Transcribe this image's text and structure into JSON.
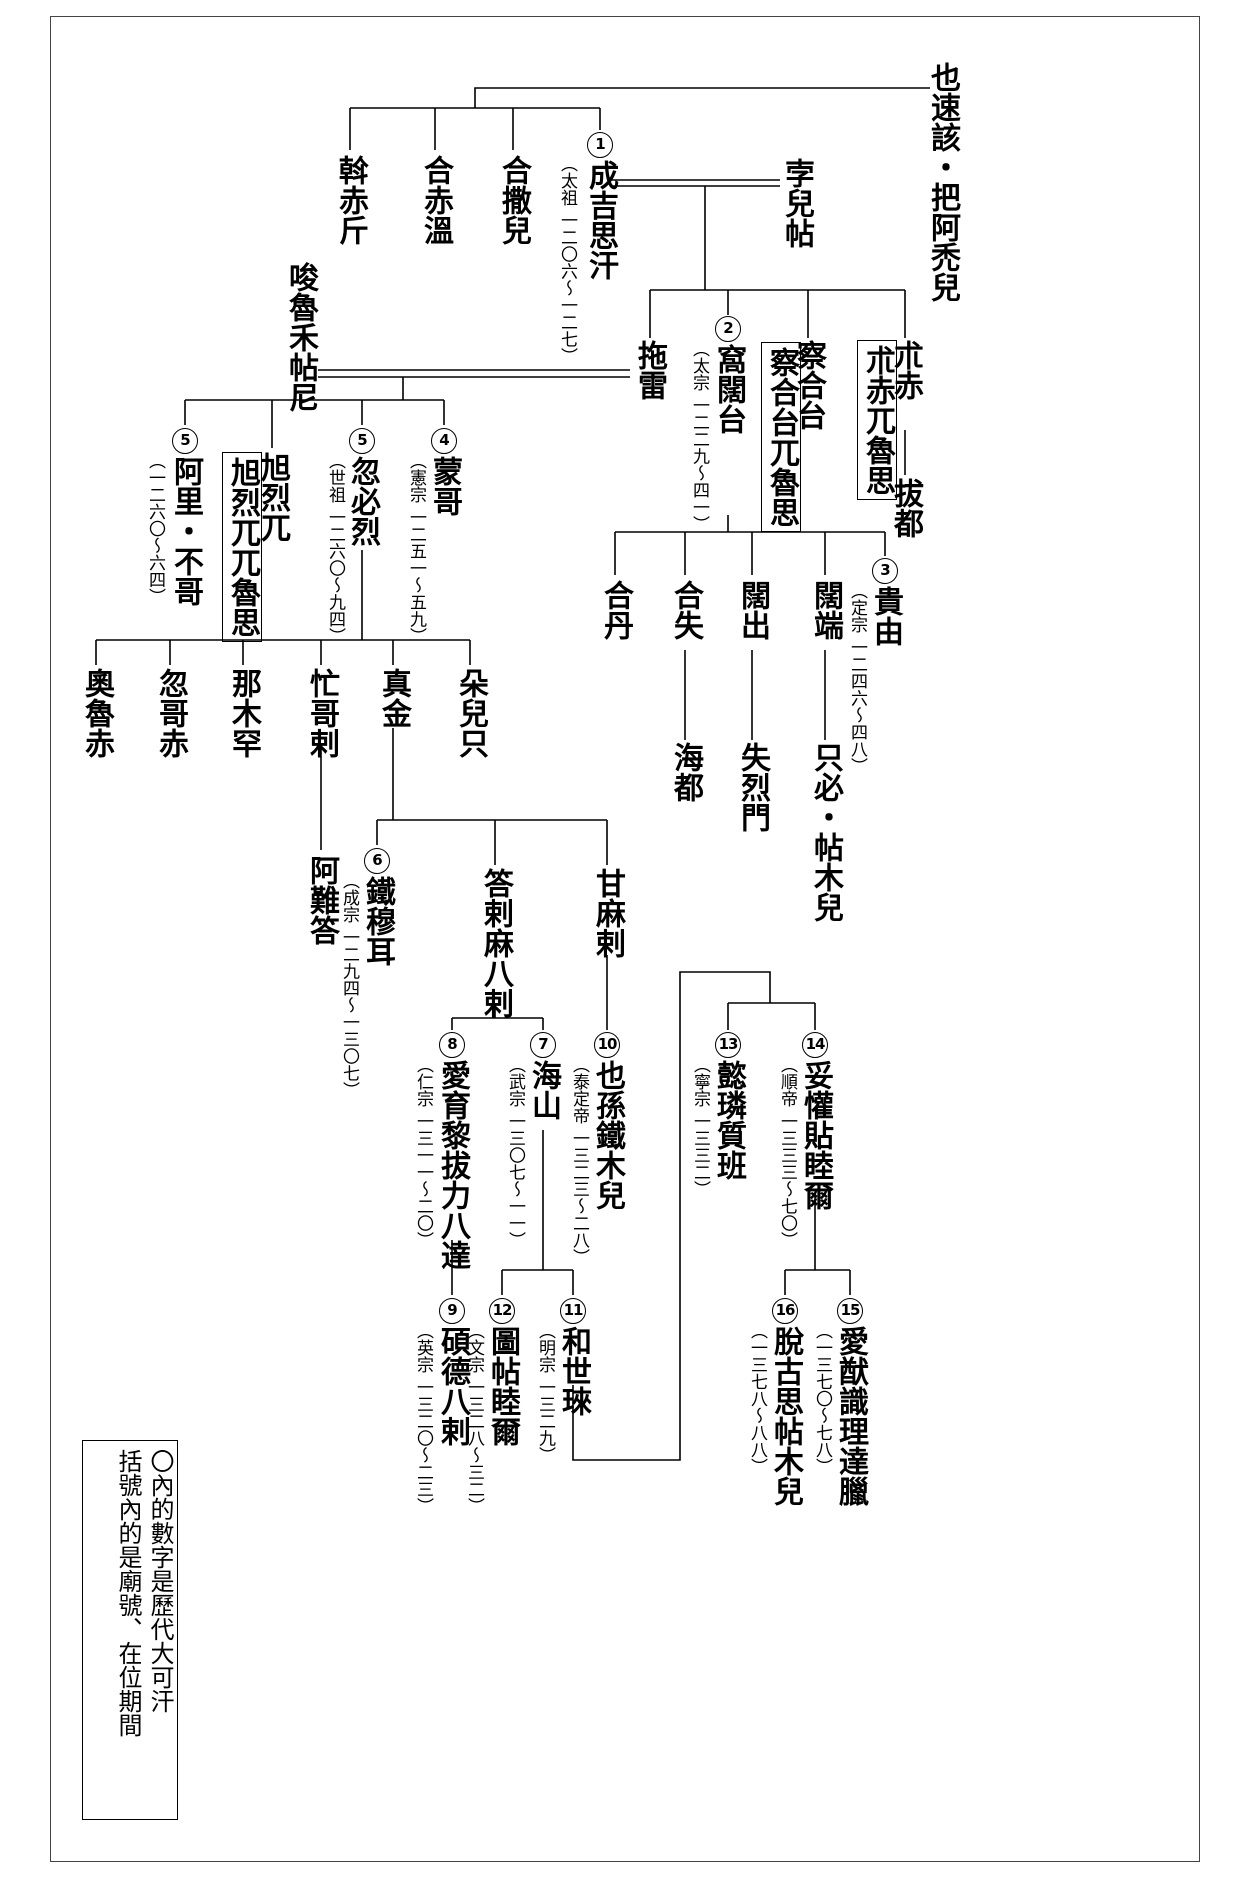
{
  "legend": {
    "line1": "〇內的數字是歷代大可汗",
    "line2": "括號內的是廟號、在位期間"
  },
  "people": {
    "yesugei": {
      "name": "也速該・把阿禿兒"
    },
    "wochichin": {
      "name": "斡赤斤"
    },
    "qachiun": {
      "name": "合赤溫"
    },
    "qasar": {
      "name": "合撒兒"
    },
    "chinggis": {
      "num": "1",
      "name": "成吉思汗",
      "reign": "（太祖 一二〇六～一二七）"
    },
    "borte": {
      "name": "孛兒帖"
    },
    "sorghaghtani": {
      "name": "唆魯禾帖尼"
    },
    "tolui": {
      "name": "拖雷"
    },
    "ogodei": {
      "num": "2",
      "name": "窩闊台",
      "reign": "（太宗 一二二九～四一）"
    },
    "chagatai_ulus": {
      "name": "察合台兀魯思"
    },
    "chagatai": {
      "name": "察合台"
    },
    "jochi_ulus": {
      "name": "朮赤兀魯思"
    },
    "jochi": {
      "name": "朮赤"
    },
    "batu": {
      "name": "拔都"
    },
    "ariq": {
      "num": "5",
      "name": "阿里・不哥",
      "reign": "（一二六〇～六四）"
    },
    "hulegu": {
      "name": "旭烈兀"
    },
    "hulegu_ulus": {
      "name": "旭烈兀兀魯思"
    },
    "kublai": {
      "num": "5",
      "name": "忽必烈",
      "reign": "（世祖 一二六〇～九四）"
    },
    "mongke": {
      "num": "4",
      "name": "蒙哥",
      "reign": "（憲宗 一二五一～五九）"
    },
    "qadan": {
      "name": "合丹"
    },
    "qashi": {
      "name": "合失"
    },
    "kochu": {
      "name": "闊出"
    },
    "kodon": {
      "name": "闊端"
    },
    "guyuk": {
      "num": "3",
      "name": "貴由",
      "reign": "（定宗 一二四六～四八）"
    },
    "haidu": {
      "name": "海都"
    },
    "shiremun": {
      "name": "失烈門"
    },
    "jibik": {
      "name": "只必・帖木兒"
    },
    "oroqchi": {
      "name": "奧魯赤"
    },
    "qoridai": {
      "name": "忽哥赤"
    },
    "nomuqan": {
      "name": "那木罕"
    },
    "manggala": {
      "name": "忙哥剌"
    },
    "jingim": {
      "name": "真金"
    },
    "dorji": {
      "name": "朵兒只"
    },
    "ananda": {
      "name": "阿難答"
    },
    "temur": {
      "num": "6",
      "name": "鐵穆耳",
      "reign": "（成宗 一二九四～一三〇七）"
    },
    "darmabala": {
      "name": "答剌麻八剌"
    },
    "kammala": {
      "name": "甘麻剌"
    },
    "ayurbarwada": {
      "num": "8",
      "name": "愛育黎拔力八達",
      "reign": "（仁宗 一三一一～二〇）"
    },
    "qaishan": {
      "num": "7",
      "name": "海山",
      "reign": "（武宗 一三〇七～一一）"
    },
    "yesun": {
      "num": "10",
      "name": "也孫鐵木兒",
      "reign": "（泰定帝 一三二三～二八）"
    },
    "rinchinbal": {
      "num": "13",
      "name": "懿璘質班",
      "reign": "（寧宗 一三三二）"
    },
    "toghon": {
      "num": "14",
      "name": "妥懽貼睦爾",
      "reign": "（順帝 一三三三～七〇）"
    },
    "shidebala": {
      "num": "9",
      "name": "碩德八剌",
      "reign": "（英宗 一三二〇～二三）"
    },
    "tugh": {
      "num": "12",
      "name": "圖帖睦爾",
      "reign": "（文宗 一三二八～三二）"
    },
    "qoshila": {
      "num": "11",
      "name": "和世琜",
      "reign": "（明宗 一三二九）"
    },
    "toghus": {
      "num": "16",
      "name": "脫古思帖木兒",
      "reign": "（一三七八～八八）"
    },
    "ayushiridara": {
      "num": "15",
      "name": "愛猷識理達臘",
      "reign": "（一三七〇～七八）"
    }
  }
}
